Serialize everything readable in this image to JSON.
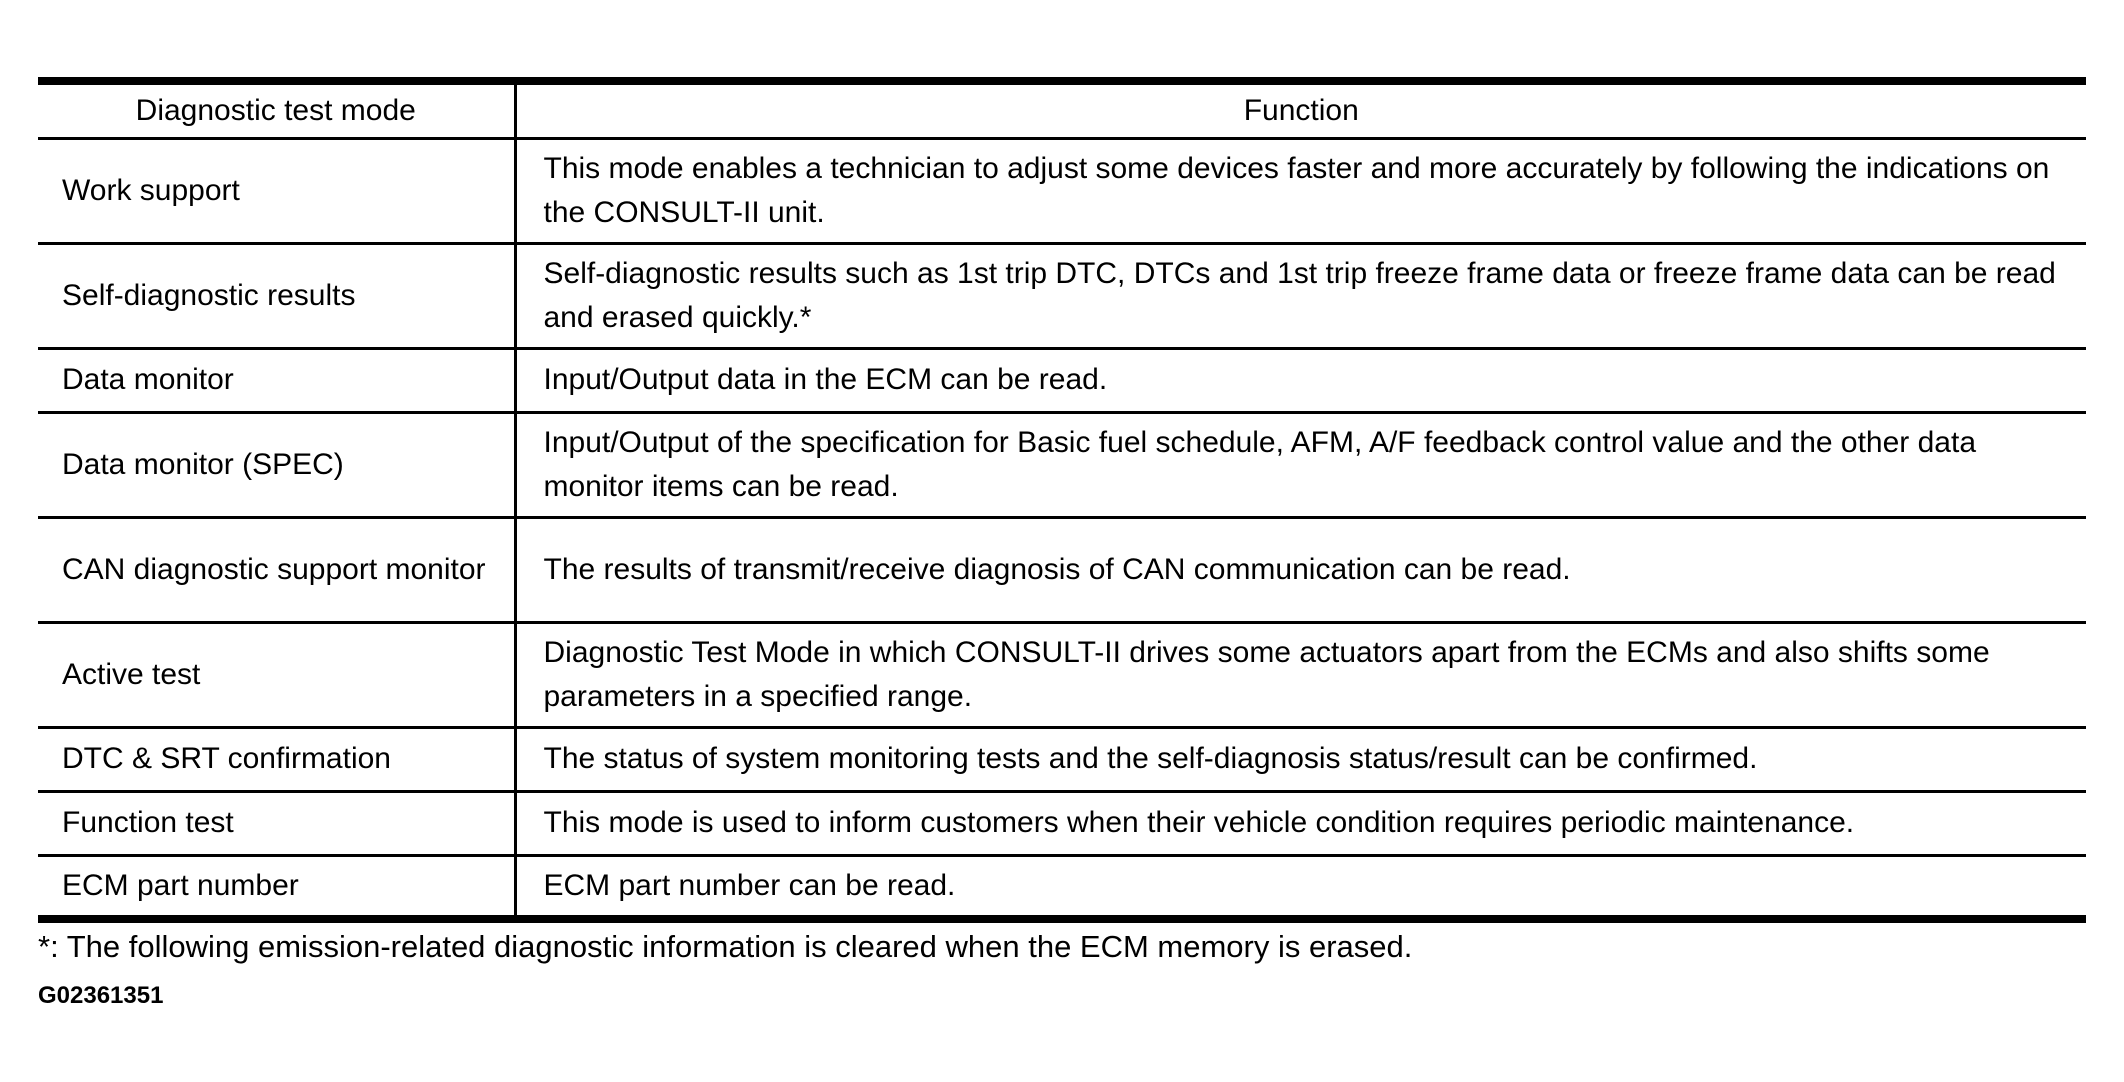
{
  "table": {
    "headers": [
      "Diagnostic test mode",
      "Function"
    ],
    "rows": [
      {
        "mode": "Work support",
        "function": "This mode enables a technician to adjust some devices faster and more accurately by following the indications on the CONSULT-II unit."
      },
      {
        "mode": "Self-diagnostic results",
        "function": "Self-diagnostic results such as 1st trip DTC, DTCs and 1st trip freeze frame data or freeze frame data can be read and erased quickly.*"
      },
      {
        "mode": "Data monitor",
        "function": "Input/Output data in the ECM can be read."
      },
      {
        "mode": "Data monitor (SPEC)",
        "function": "Input/Output of the specification for Basic fuel schedule, AFM, A/F feedback control value and the other data monitor items can be read."
      },
      {
        "mode": "CAN diagnostic support monitor",
        "function": "The results of transmit/receive diagnosis of CAN communication can be read."
      },
      {
        "mode": "Active test",
        "function": "Diagnostic Test Mode in which CONSULT-II drives some actuators apart from the ECMs and also shifts some parameters in a specified range."
      },
      {
        "mode": "DTC & SRT confirmation",
        "function": "The status of system monitoring tests and the self-diagnosis status/result can be confirmed."
      },
      {
        "mode": "Function test",
        "function": "This mode is used to inform customers when their vehicle condition requires periodic maintenance."
      },
      {
        "mode": "ECM part number",
        "function": "ECM part number can be read."
      }
    ]
  },
  "footnote": "*: The following emission-related diagnostic information is cleared when the ECM memory is erased.",
  "figure_code": "G02361351",
  "colors": {
    "background": "#ffffff",
    "text": "#000000",
    "border": "#000000"
  }
}
